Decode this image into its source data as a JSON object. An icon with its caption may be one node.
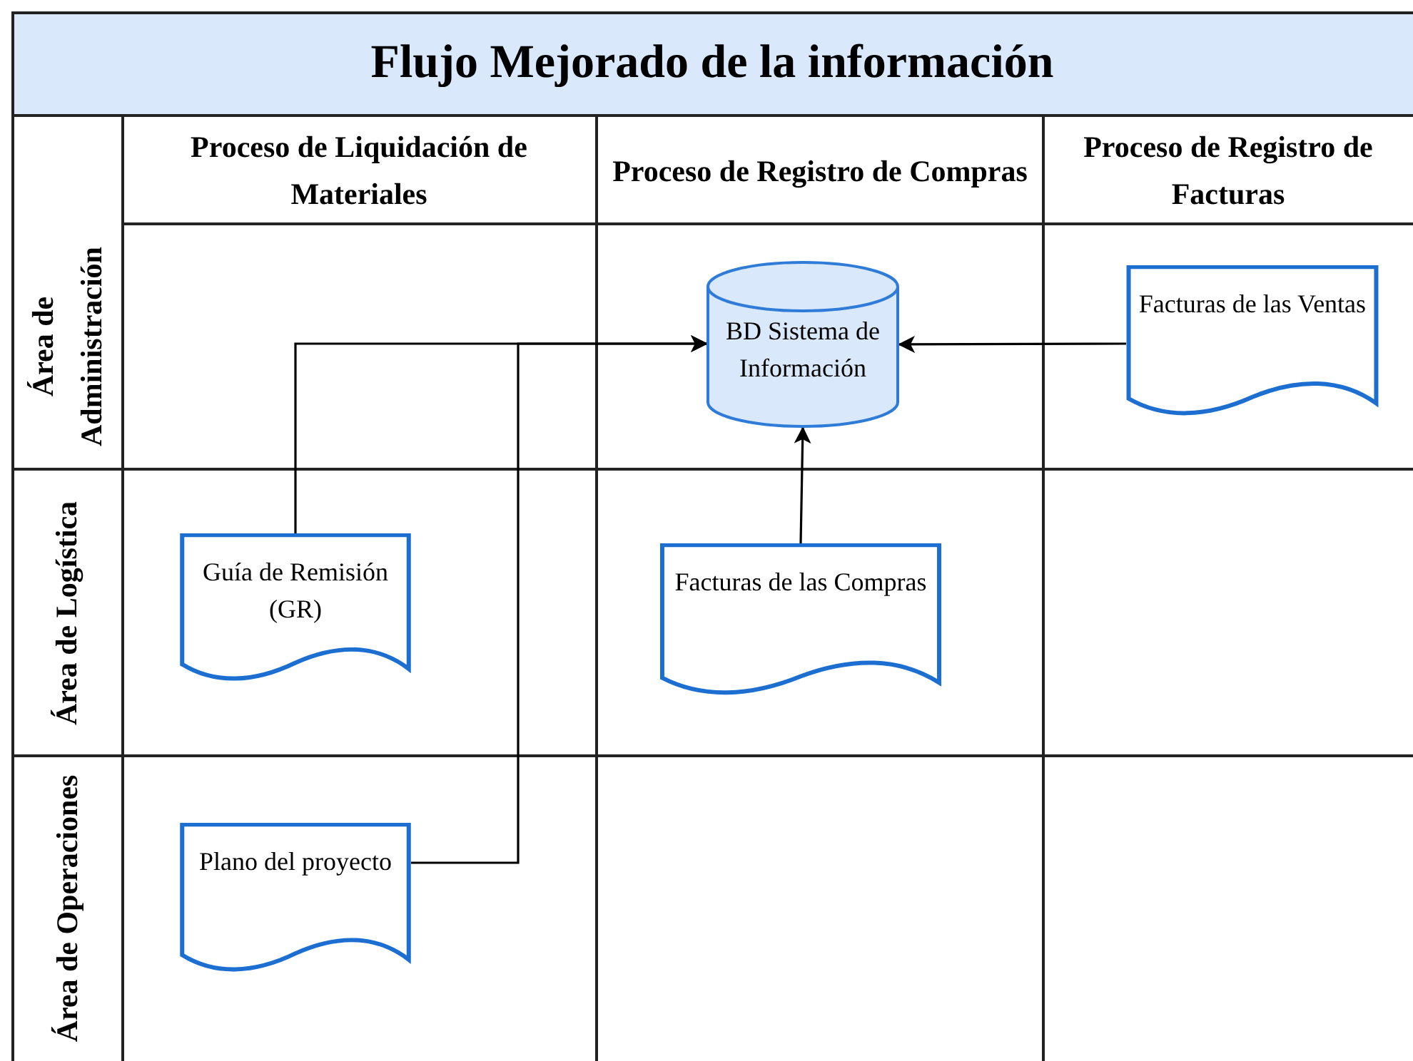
{
  "diagram": {
    "title": "Flujo Mejorado de la información",
    "nodes": [
      {
        "text": [
          "BD Sistema de Información"
        ]
      },
      {
        "text": [
          "Facturas de las Ventas"
        ]
      },
      {
        "text": [
          "Guía de Remisión (GR)"
        ]
      },
      {
        "text": [
          "Facturas de las Compras"
        ]
      },
      {
        "text": [
          "Plano del proyecto"
        ]
      }
    ],
    "edges": [
      {
        "from": 2,
        "to": 0,
        "arrow": "to"
      },
      {
        "from": 4,
        "to": 0,
        "arrow": "to"
      },
      {
        "from": 1,
        "to": 0,
        "arrow": "to"
      },
      {
        "from": 3,
        "to": 0,
        "arrow": "to"
      }
    ],
    "labels": [
      "Proceso de Liquidación de Materiales",
      "Proceso de Registro de Compras",
      "Proceso de Registro de Facturas",
      "Área de Administración",
      "Área de Logística",
      "Área de Operaciones"
    ]
  }
}
